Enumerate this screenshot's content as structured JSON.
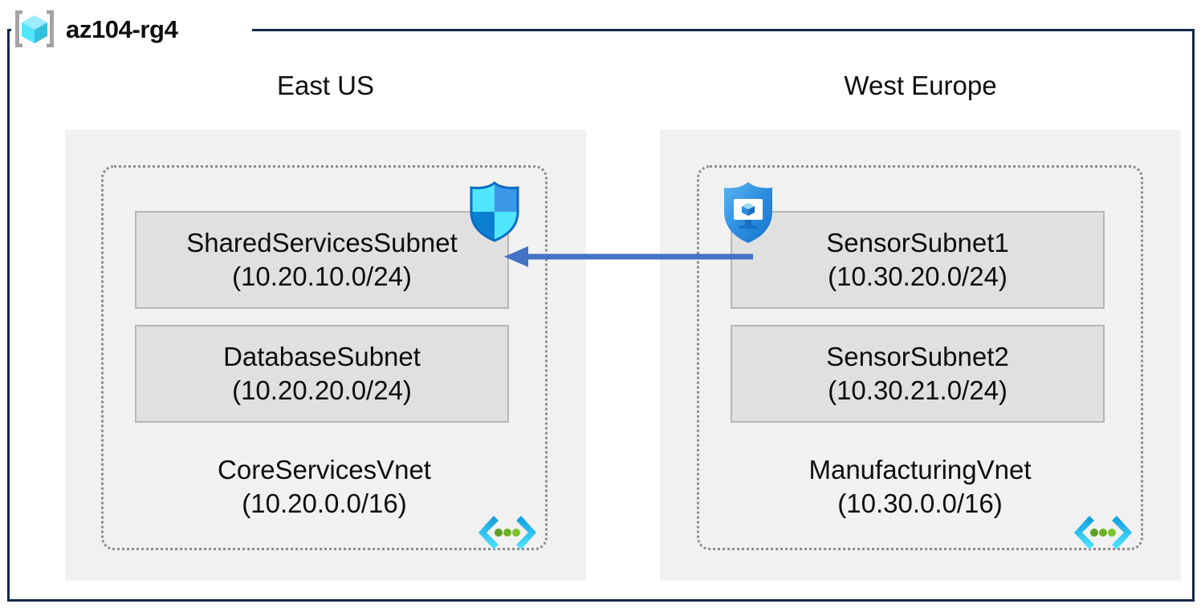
{
  "resource_group": {
    "name": "az104-rg4",
    "icon": "resource-group-cube-icon",
    "border_color": "#15294b"
  },
  "colors": {
    "region_background": "#f1f1f1",
    "subnet_background": "#e0e0e0",
    "subnet_border": "#b6b6b6",
    "vnet_border": "#8c8c8c",
    "arrow": "#4472c4",
    "azure_blue": "#0078d4",
    "cyan": "#50e6ff",
    "green_dot": "#5e9e25"
  },
  "regions": [
    {
      "label": "East US",
      "vnet": {
        "name": "CoreServicesVnet",
        "cidr": "(10.20.0.0/16)",
        "icon": "virtual-network-icon",
        "subnets": [
          {
            "name": "SharedServicesSubnet",
            "cidr": "(10.20.10.0/24)",
            "security_icon": "network-security-group-icon"
          },
          {
            "name": "DatabaseSubnet",
            "cidr": "(10.20.20.0/24)",
            "security_icon": null
          }
        ]
      }
    },
    {
      "label": "West Europe",
      "vnet": {
        "name": "ManufacturingVnet",
        "cidr": "(10.30.0.0/16)",
        "icon": "virtual-network-icon",
        "subnets": [
          {
            "name": "SensorSubnet1",
            "cidr": "(10.30.20.0/24)",
            "security_icon": "application-security-group-icon"
          },
          {
            "name": "SensorSubnet2",
            "cidr": "(10.30.21.0/24)",
            "security_icon": null
          }
        ]
      }
    }
  ],
  "connection": {
    "type": "vnet-peering-arrow",
    "direction": "right-to-left",
    "from": "SensorSubnet1",
    "to": "SharedServicesSubnet",
    "label": ""
  }
}
